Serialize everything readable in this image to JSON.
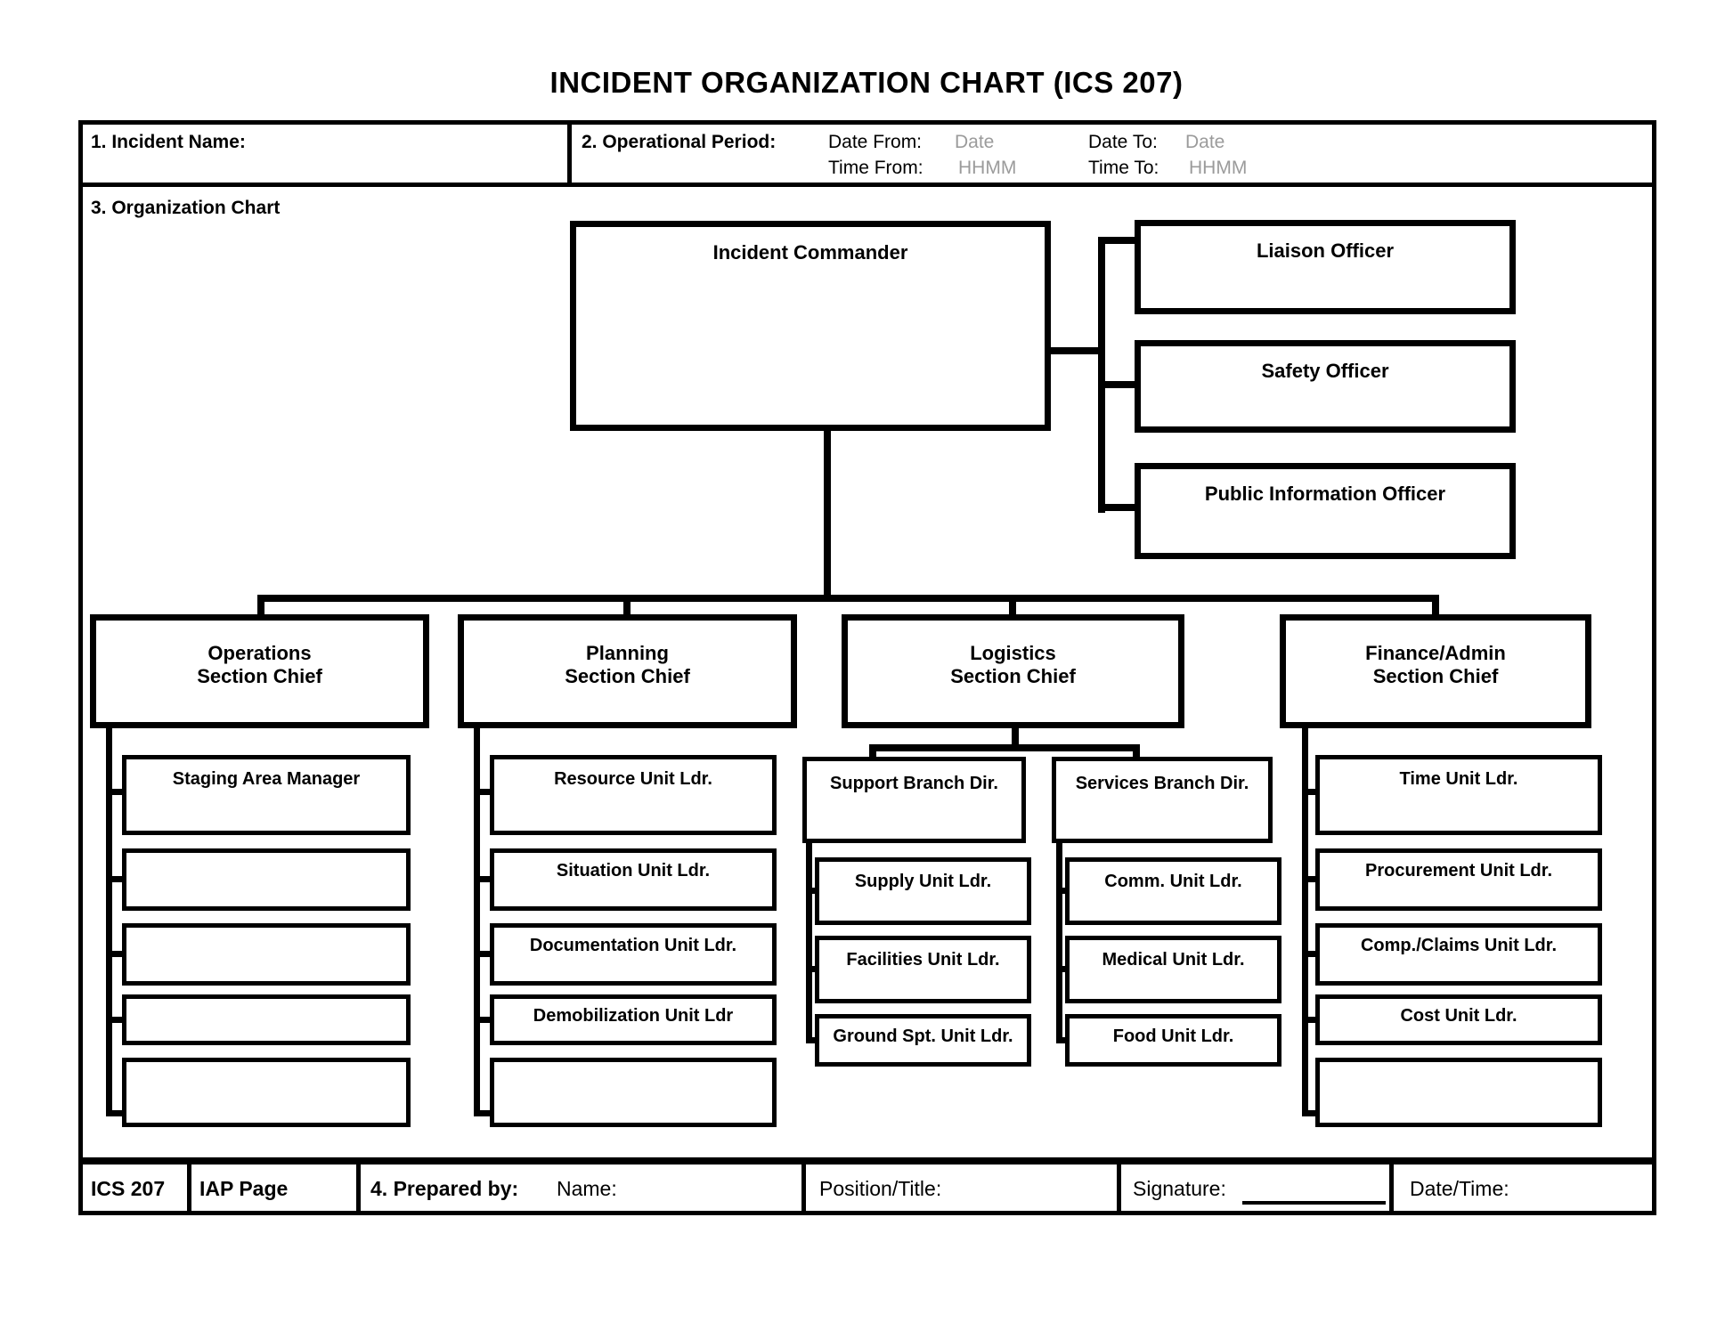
{
  "title": "INCIDENT ORGANIZATION CHART (ICS 207)",
  "header": {
    "incident_name_label": "1. Incident Name:",
    "operational_period_label": "2. Operational Period:",
    "date_from": {
      "label": "Date From:",
      "placeholder": "Date"
    },
    "time_from": {
      "label": "Time From:",
      "placeholder": "HHMM"
    },
    "date_to": {
      "label": "Date To:",
      "placeholder": "Date"
    },
    "time_to": {
      "label": "Time To:",
      "placeholder": "HHMM"
    }
  },
  "org": {
    "section_label": "3. Organization Chart",
    "incident_commander": "Incident Commander",
    "liaison_officer": "Liaison Officer",
    "safety_officer": "Safety Officer",
    "public_information_officer": "Public Information Officer",
    "operations": {
      "line1": "Operations",
      "line2": "Section Chief",
      "units": [
        "Staging Area Manager",
        "",
        "",
        "",
        ""
      ]
    },
    "planning": {
      "line1": "Planning",
      "line2": "Section Chief",
      "units": [
        "Resource Unit Ldr.",
        "Situation Unit Ldr.",
        "Documentation Unit Ldr.",
        "Demobilization Unit Ldr",
        ""
      ]
    },
    "logistics": {
      "line1": "Logistics",
      "line2": "Section Chief",
      "support_branch": {
        "title": "Support Branch Dir.",
        "units": [
          "Supply Unit Ldr.",
          "Facilities Unit Ldr.",
          "Ground Spt. Unit Ldr."
        ]
      },
      "services_branch": {
        "title": "Services Branch Dir.",
        "units": [
          "Comm. Unit Ldr.",
          "Medical Unit Ldr.",
          "Food Unit Ldr."
        ]
      }
    },
    "finance": {
      "line1": "Finance/Admin",
      "line2": "Section Chief",
      "units": [
        "Time Unit Ldr.",
        "Procurement Unit Ldr.",
        "Comp./Claims Unit Ldr.",
        "Cost Unit Ldr.",
        ""
      ]
    }
  },
  "footer": {
    "form_id": "ICS 207",
    "iap_page_label": "IAP Page",
    "prepared_by_label": "4. Prepared by:",
    "name_label": "Name:",
    "position_title_label": "Position/Title:",
    "signature_label": "Signature:",
    "date_time_label": "Date/Time:"
  },
  "colors": {
    "ink": "#000000",
    "placeholder_text": "#9b9b9b",
    "background": "#ffffff"
  }
}
